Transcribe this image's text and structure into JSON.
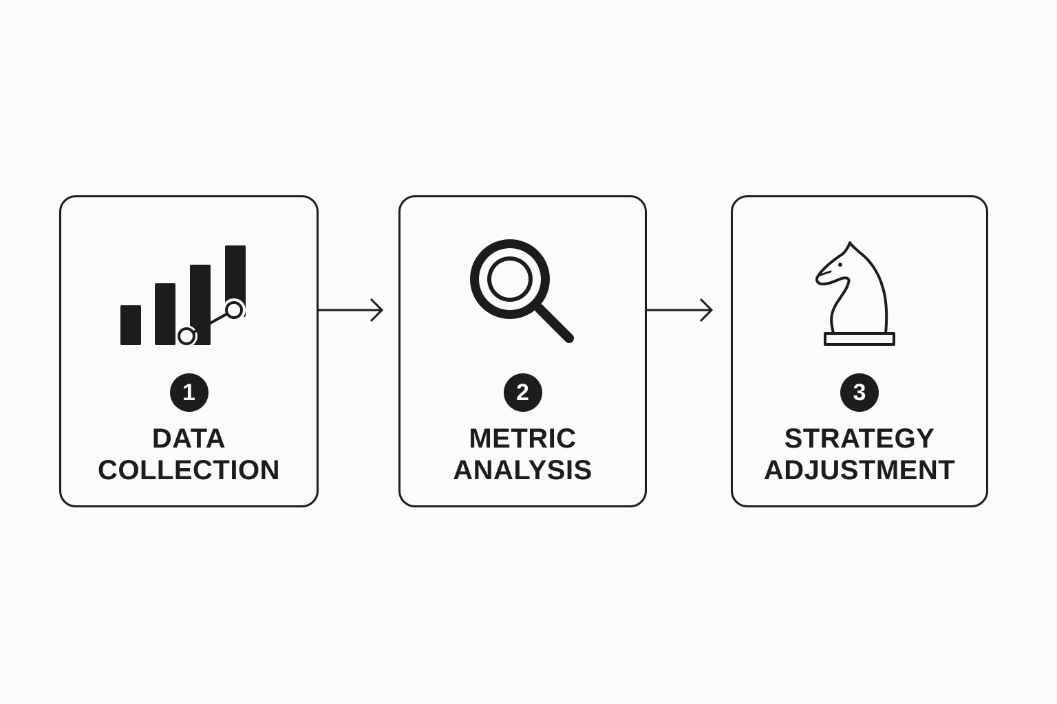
{
  "steps": [
    {
      "number": "1",
      "title_line1": "DATA",
      "title_line2": "COLLECTION",
      "icon": "bar-chart-trend-icon"
    },
    {
      "number": "2",
      "title_line1": "METRIC",
      "title_line2": "ANALYSIS",
      "icon": "magnifying-glass-icon"
    },
    {
      "number": "3",
      "title_line1": "STRATEGY",
      "title_line2": "ADJUSTMENT",
      "icon": "chess-knight-icon"
    }
  ],
  "connectors": [
    {
      "from": "1",
      "to": "2"
    },
    {
      "from": "2",
      "to": "3"
    }
  ],
  "colors": {
    "ink": "#1c1c1c",
    "background": "#fbfbfb",
    "badge_text": "#ffffff"
  }
}
